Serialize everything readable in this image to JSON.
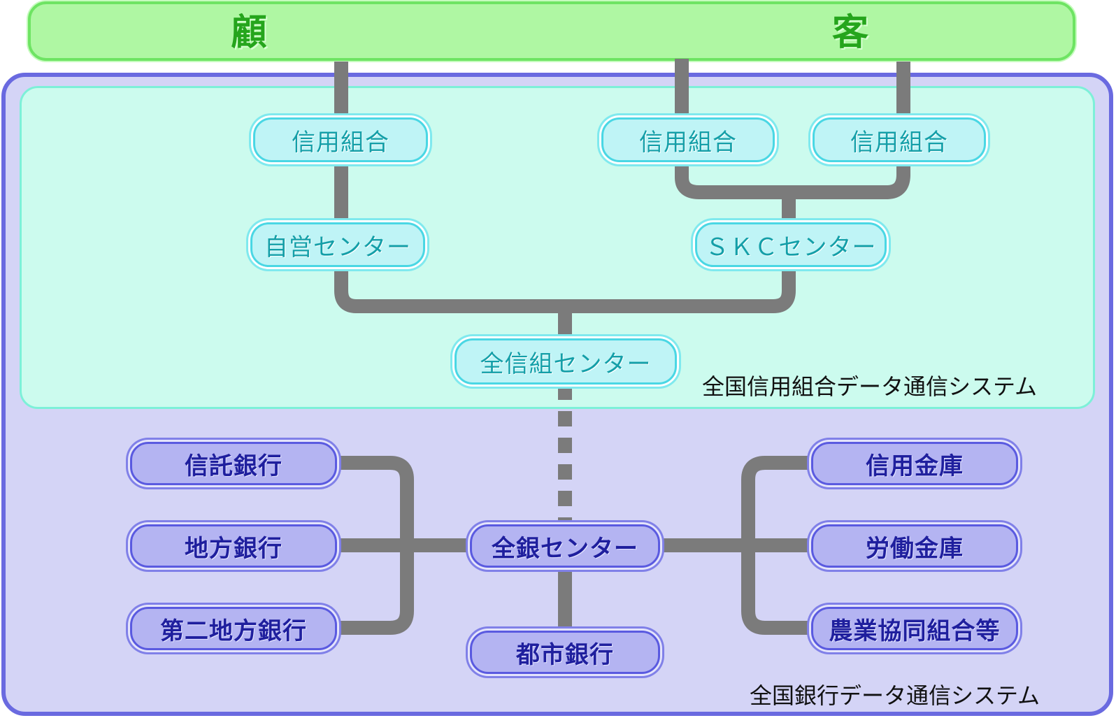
{
  "customer": {
    "char_left": "顧",
    "char_right": "客"
  },
  "systems": {
    "zenshinkumi": "全国信用組合データ通信システム",
    "zengin": "全国銀行データ通信システム"
  },
  "nodes": {
    "shinyo_kumiai_1": "信用組合",
    "shinyo_kumiai_2": "信用組合",
    "shinyo_kumiai_3": "信用組合",
    "jiei_center": "自営センター",
    "skc_center": "ＳＫＣセンター",
    "zenshinkumi_center": "全信組センター",
    "zengin_center": "全銀センター",
    "shintaku_ginko": "信託銀行",
    "chiho_ginko": "地方銀行",
    "daini_chiho_ginko": "第二地方銀行",
    "toshi_ginko": "都市銀行",
    "shinyo_kinko": "信用金庫",
    "rodo_kinko": "労働金庫",
    "nogyo_kyodo": "農業協同組合等"
  },
  "colors": {
    "connector": "#7b7b7b",
    "customer_fill": "#aff7a3",
    "cyan_region": "#ccfbee",
    "blue_region": "#d4d4f6"
  }
}
